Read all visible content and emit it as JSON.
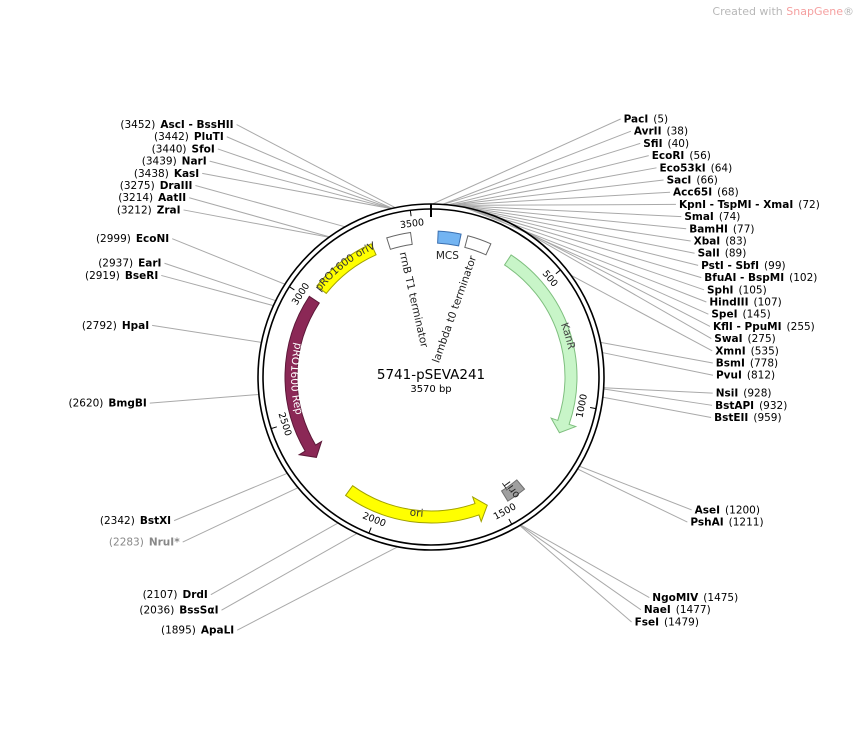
{
  "credit": {
    "prefix": "Created with ",
    "brand": "SnapGene",
    "mark": "®"
  },
  "plasmid": {
    "name": "5741-pSEVA241",
    "length_label": "3570 bp",
    "length": 3570
  },
  "ticks": [
    {
      "pos": 500,
      "label": "500"
    },
    {
      "pos": 1000,
      "label": "1000"
    },
    {
      "pos": 1500,
      "label": "1500"
    },
    {
      "pos": 2000,
      "label": "2000"
    },
    {
      "pos": 2500,
      "label": "2500"
    },
    {
      "pos": 3000,
      "label": "3000"
    },
    {
      "pos": 3500,
      "label": "3500"
    }
  ],
  "features": [
    {
      "name": "MCS",
      "start": 28,
      "end": 118,
      "type": "box",
      "color": "#73b4f2",
      "stroke": "#3a6fb0"
    },
    {
      "name": "lambda t0 terminator",
      "start": 145,
      "end": 240,
      "type": "box",
      "color": "#ffffff",
      "stroke": "#666666"
    },
    {
      "name": "KanR",
      "start": 330,
      "end": 1125,
      "type": "arrow",
      "dir": 1,
      "color": "#c8f5c8",
      "stroke": "#7fbf7f",
      "text": "#444444"
    },
    {
      "name": "oriT",
      "start": 1390,
      "end": 1470,
      "type": "box",
      "color": "#a0a0a0",
      "stroke": "#707070"
    },
    {
      "name": "ori",
      "start": 1550,
      "end": 2140,
      "type": "arrow",
      "dir": -1,
      "color": "#ffff00",
      "stroke": "#a0a000",
      "text": "#333333"
    },
    {
      "name": "pRO1600 Rep",
      "start": 2330,
      "end": 3010,
      "type": "arrow",
      "dir": -1,
      "color": "#8b2856",
      "stroke": "#5c1838",
      "text": "#ffffff"
    },
    {
      "name": "pRO1600 oriV",
      "start": 3060,
      "end": 3330,
      "type": "box",
      "color": "#ffff00",
      "stroke": "#a0a000",
      "text": "#333333"
    },
    {
      "name": "rrnB T1 terminator",
      "start": 3395,
      "end": 3490,
      "type": "box",
      "color": "#ffffff",
      "stroke": "#666666"
    }
  ],
  "sites": [
    {
      "name": "PacI",
      "pos": 5,
      "pos_label": "(5)"
    },
    {
      "name": "AvrII",
      "pos": 38,
      "pos_label": "(38)"
    },
    {
      "name": "SfiI",
      "pos": 40,
      "pos_label": "(40)"
    },
    {
      "name": "EcoRI",
      "pos": 56,
      "pos_label": "(56)"
    },
    {
      "name": "Eco53kI",
      "pos": 64,
      "pos_label": "(64)"
    },
    {
      "name": "SacI",
      "pos": 66,
      "pos_label": "(66)"
    },
    {
      "name": "Acc65I",
      "pos": 68,
      "pos_label": "(68)"
    },
    {
      "name": "KpnI - TspMI - XmaI",
      "pos": 72,
      "pos_label": "(72)"
    },
    {
      "name": "SmaI",
      "pos": 74,
      "pos_label": "(74)"
    },
    {
      "name": "BamHI",
      "pos": 77,
      "pos_label": "(77)"
    },
    {
      "name": "XbaI",
      "pos": 83,
      "pos_label": "(83)"
    },
    {
      "name": "SalI",
      "pos": 89,
      "pos_label": "(89)"
    },
    {
      "name": "PstI - SbfI",
      "pos": 99,
      "pos_label": "(99)"
    },
    {
      "name": "BfuAI - BspMI",
      "pos": 102,
      "pos_label": "(102)"
    },
    {
      "name": "SphI",
      "pos": 105,
      "pos_label": "(105)"
    },
    {
      "name": "HindIII",
      "pos": 107,
      "pos_label": "(107)"
    },
    {
      "name": "SpeI",
      "pos": 145,
      "pos_label": "(145)"
    },
    {
      "name": "KflI - PpuMI",
      "pos": 255,
      "pos_label": "(255)"
    },
    {
      "name": "SwaI",
      "pos": 275,
      "pos_label": "(275)"
    },
    {
      "name": "XmnI",
      "pos": 535,
      "pos_label": "(535)"
    },
    {
      "name": "BsmI",
      "pos": 778,
      "pos_label": "(778)"
    },
    {
      "name": "PvuI",
      "pos": 812,
      "pos_label": "(812)"
    },
    {
      "name": "NsiI",
      "pos": 928,
      "pos_label": "(928)"
    },
    {
      "name": "BstAPI",
      "pos": 932,
      "pos_label": "(932)"
    },
    {
      "name": "BstEII",
      "pos": 959,
      "pos_label": "(959)"
    },
    {
      "name": "AseI",
      "pos": 1200,
      "pos_label": "(1200)"
    },
    {
      "name": "PshAI",
      "pos": 1211,
      "pos_label": "(1211)"
    },
    {
      "name": "NgoMIV",
      "pos": 1475,
      "pos_label": "(1475)"
    },
    {
      "name": "NaeI",
      "pos": 1477,
      "pos_label": "(1477)"
    },
    {
      "name": "FseI",
      "pos": 1479,
      "pos_label": "(1479)"
    },
    {
      "name": "ApaLI",
      "pos": 1895,
      "pos_label": "(1895)"
    },
    {
      "name": "BssSαI",
      "pos": 2036,
      "pos_label": "(2036)"
    },
    {
      "name": "DrdI",
      "pos": 2107,
      "pos_label": "(2107)"
    },
    {
      "name": "NruI*",
      "pos": 2283,
      "pos_label": "(2283)",
      "gray": true
    },
    {
      "name": "BstXI",
      "pos": 2342,
      "pos_label": "(2342)"
    },
    {
      "name": "BmgBI",
      "pos": 2620,
      "pos_label": "(2620)"
    },
    {
      "name": "HpaI",
      "pos": 2792,
      "pos_label": "(2792)"
    },
    {
      "name": "BseRI",
      "pos": 2919,
      "pos_label": "(2919)"
    },
    {
      "name": "EarI",
      "pos": 2937,
      "pos_label": "(2937)"
    },
    {
      "name": "EcoNI",
      "pos": 2999,
      "pos_label": "(2999)"
    },
    {
      "name": "ZraI",
      "pos": 3212,
      "pos_label": "(3212)"
    },
    {
      "name": "AatII",
      "pos": 3214,
      "pos_label": "(3214)"
    },
    {
      "name": "DraIII",
      "pos": 3275,
      "pos_label": "(3275)"
    },
    {
      "name": "KasI",
      "pos": 3438,
      "pos_label": "(3438)"
    },
    {
      "name": "NarI",
      "pos": 3439,
      "pos_label": "(3439)"
    },
    {
      "name": "SfoI",
      "pos": 3440,
      "pos_label": "(3440)"
    },
    {
      "name": "PluTI",
      "pos": 3442,
      "pos_label": "(3442)"
    },
    {
      "name": "AscI - BssHII",
      "pos": 3452,
      "pos_label": "(3452)"
    }
  ]
}
